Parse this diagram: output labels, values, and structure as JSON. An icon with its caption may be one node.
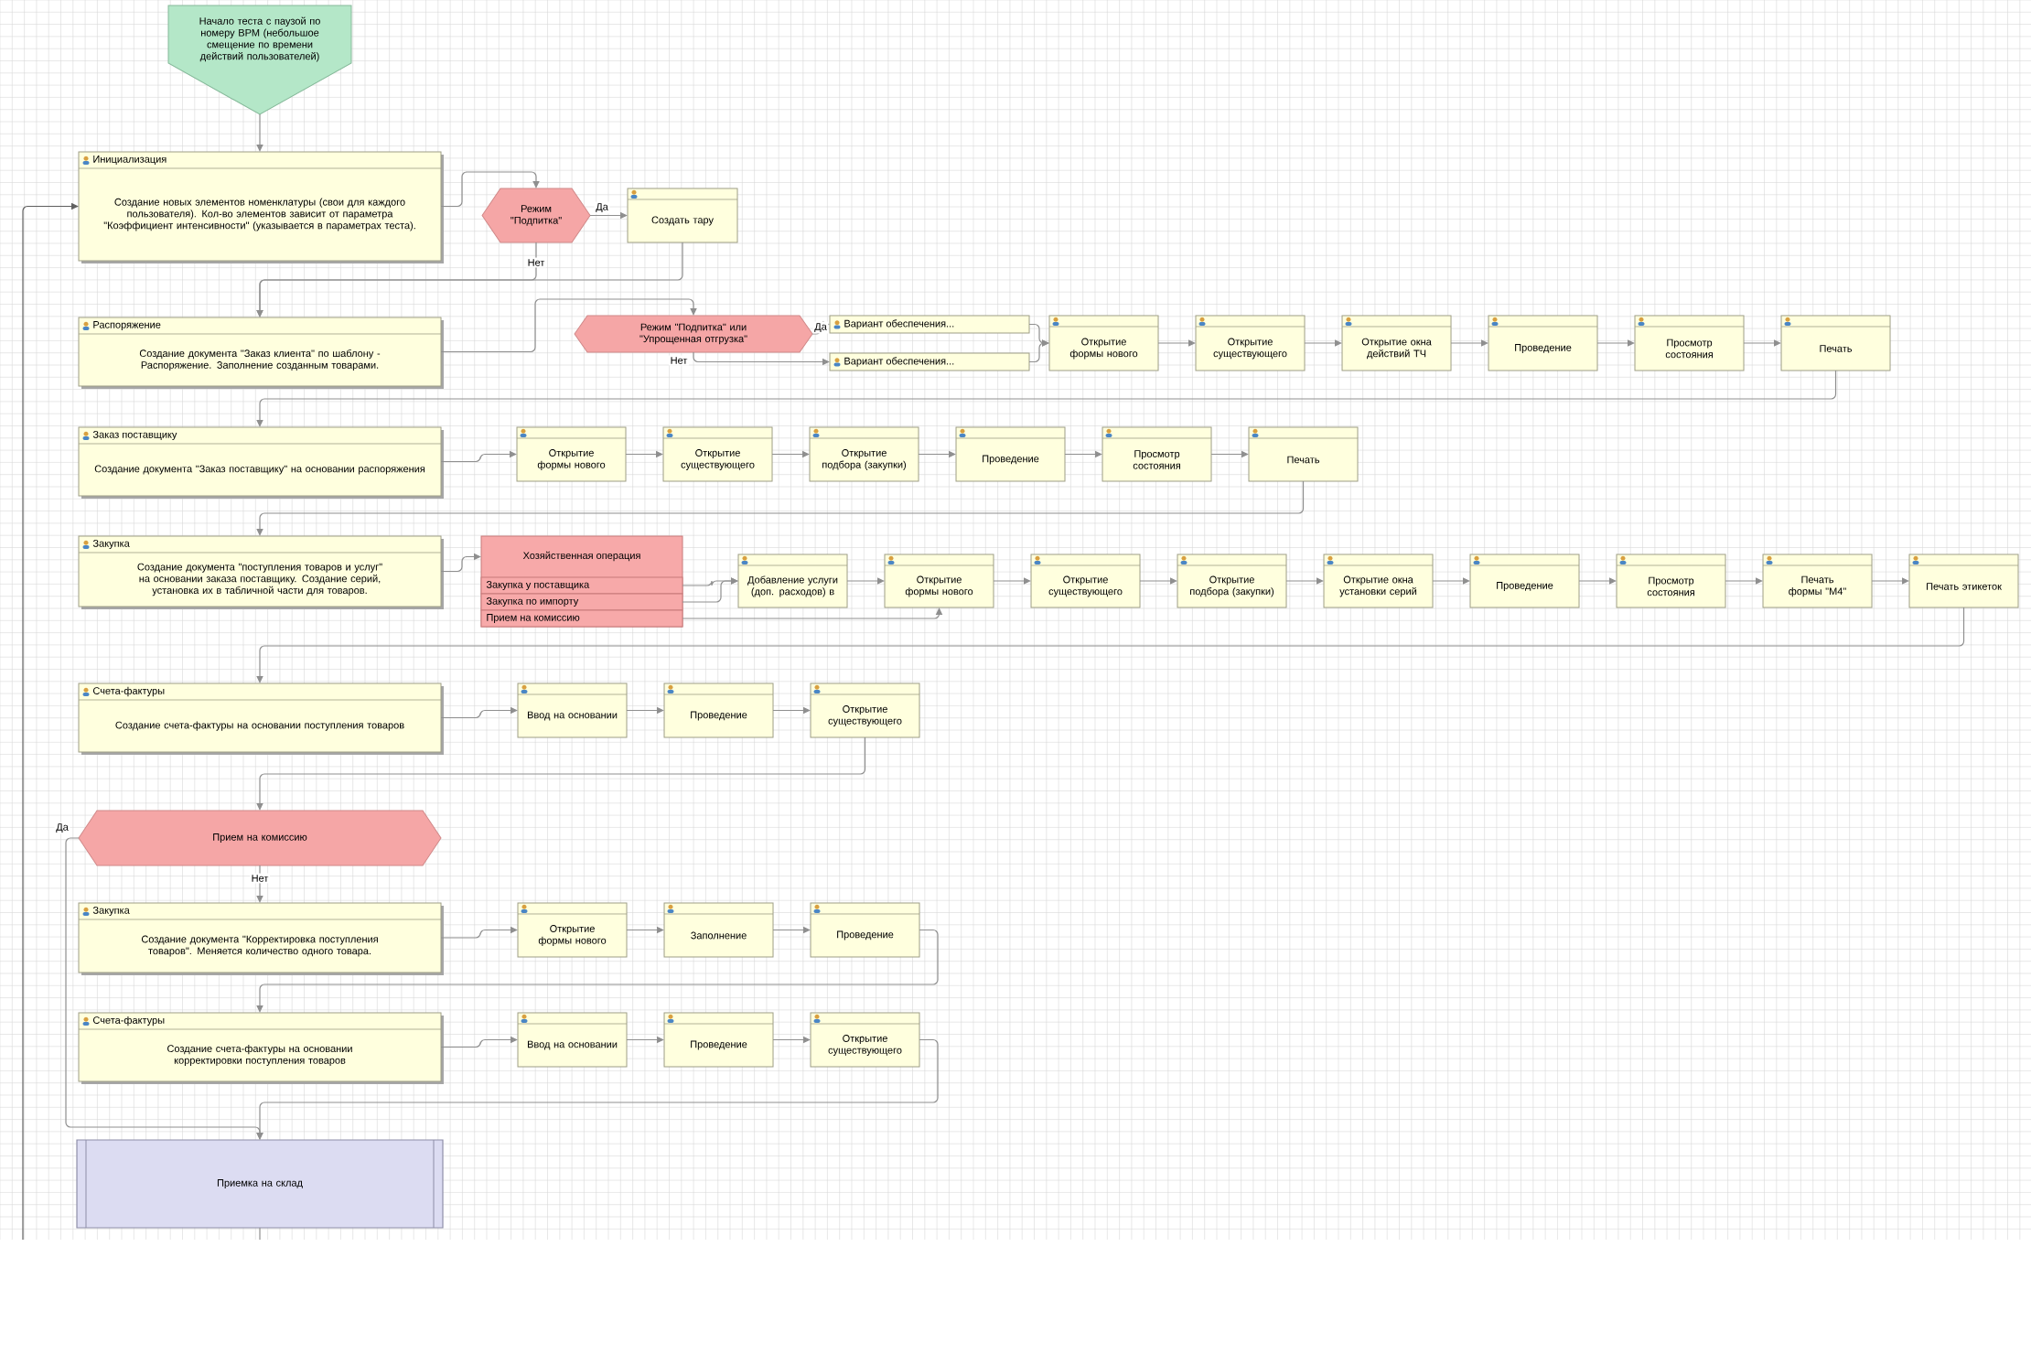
{
  "diagram": {
    "nodes": [
      {
        "text": [
          "Начало теста с паузой по номеру ВРМ (небольшое смещение по времени действий пользователей)"
        ]
      },
      {
        "text": [
          "Инициализация",
          "Создание новых элементов номенклатуры (свои для каждого пользователя). Кол-во элементов зависит от параметра \"Коэффициент интенсивности\" (указывается в параметрах теста)."
        ]
      },
      {
        "text": [
          "Режим \"Подпитка\""
        ]
      },
      {
        "text": [
          "Создать тару"
        ]
      },
      {
        "text": [
          "Распоряжение",
          "Создание документа \"Заказ клиента\" по шаблону - Распоряжение. Заполнение созданным товарами."
        ]
      },
      {
        "text": [
          "Режим \"Подпитка\" или \"Упрощенная отгрузка\""
        ]
      },
      {
        "text": [
          "Вариант обеспечения..."
        ]
      },
      {
        "text": [
          "Вариант обеспечения..."
        ]
      },
      {
        "text": [
          "Открытие формы нового"
        ]
      },
      {
        "text": [
          "Открытие существующего"
        ]
      },
      {
        "text": [
          "Открытие окна действий ТЧ"
        ]
      },
      {
        "text": [
          "Проведение"
        ]
      },
      {
        "text": [
          "Просмотр состояния"
        ]
      },
      {
        "text": [
          "Печать"
        ]
      },
      {
        "text": [
          "Заказ поставщику",
          "Создание документа \"Заказ поставщику\" на основании распоряжения"
        ]
      },
      {
        "text": [
          "Открытие формы нового"
        ]
      },
      {
        "text": [
          "Открытие существующего"
        ]
      },
      {
        "text": [
          "Открытие подбора (закупки)"
        ]
      },
      {
        "text": [
          "Проведение"
        ]
      },
      {
        "text": [
          "Просмотр состояния"
        ]
      },
      {
        "text": [
          "Печать"
        ]
      },
      {
        "text": [
          "Закупка",
          "Создание документа \"поступления товаров и услуг\" на основании заказа поставщику. Создание серий, установка их в табличной части для товаров."
        ]
      },
      {
        "text": [
          "Хозяйственная операция"
        ]
      },
      {
        "text": [
          "Закупка у поставщика"
        ],
        "in": 22
      },
      {
        "text": [
          "Закупка по импорту"
        ],
        "in": 22
      },
      {
        "text": [
          "Прием на комиссию"
        ],
        "in": 22
      },
      {
        "text": [
          "Добавление услуги (доп. расходов) в"
        ]
      },
      {
        "text": [
          "Открытие формы нового"
        ]
      },
      {
        "text": [
          "Открытие существующего"
        ]
      },
      {
        "text": [
          "Открытие подбора (закупки)"
        ]
      },
      {
        "text": [
          "Открытие окна установки серий"
        ]
      },
      {
        "text": [
          "Проведение"
        ]
      },
      {
        "text": [
          "Просмотр состояния"
        ]
      },
      {
        "text": [
          "Печать формы \"М4\""
        ]
      },
      {
        "text": [
          "Печать этикеток"
        ]
      },
      {
        "text": [
          "Счета-фактуры",
          "Создание счета-фактуры на основании поступления товаров"
        ]
      },
      {
        "text": [
          "Ввод на основании"
        ]
      },
      {
        "text": [
          "Проведение"
        ]
      },
      {
        "text": [
          "Открытие существующего"
        ]
      },
      {
        "text": [
          "Прием на комиссию"
        ]
      },
      {
        "text": [
          "Закупка",
          "Создание документа \"Корректировка поступления товаров\". Меняется количество одного товара."
        ]
      },
      {
        "text": [
          "Открытие формы нового"
        ]
      },
      {
        "text": [
          "Заполнение"
        ]
      },
      {
        "text": [
          "Проведение"
        ]
      },
      {
        "text": [
          "Счета-фактуры",
          "Создание счета-фактуры на основании корректировки поступления товаров"
        ]
      },
      {
        "text": [
          "Ввод на основании"
        ]
      },
      {
        "text": [
          "Проведение"
        ]
      },
      {
        "text": [
          "Открытие существующего"
        ]
      },
      {
        "text": [
          "Приемка на склад"
        ]
      }
    ],
    "edges": [
      {
        "from": 0,
        "to": 1,
        "arrow": "to"
      },
      {
        "from": 1,
        "to": 2,
        "arrow": "to"
      },
      {
        "from": 2,
        "to": 3,
        "arrow": "to",
        "label": "Да"
      },
      {
        "from": 2,
        "to": 4,
        "arrow": "to",
        "label": "Нет"
      },
      {
        "from": 3,
        "to": 4,
        "arrow": "to"
      },
      {
        "from": 4,
        "to": 5,
        "arrow": "to"
      },
      {
        "from": 5,
        "to": 6,
        "arrow": "to",
        "label": "Да"
      },
      {
        "from": 5,
        "to": 7,
        "arrow": "to",
        "label": "Нет"
      },
      {
        "from": 6,
        "to": 8,
        "arrow": "to"
      },
      {
        "from": 7,
        "to": 8,
        "arrow": "to"
      },
      {
        "from": 8,
        "to": 9,
        "arrow": "to"
      },
      {
        "from": 9,
        "to": 10,
        "arrow": "to"
      },
      {
        "from": 10,
        "to": 11,
        "arrow": "to"
      },
      {
        "from": 11,
        "to": 12,
        "arrow": "to"
      },
      {
        "from": 12,
        "to": 13,
        "arrow": "to"
      },
      {
        "from": 13,
        "to": 14,
        "arrow": "to"
      },
      {
        "from": 14,
        "to": 15,
        "arrow": "to"
      },
      {
        "from": 15,
        "to": 16,
        "arrow": "to"
      },
      {
        "from": 16,
        "to": 17,
        "arrow": "to"
      },
      {
        "from": 17,
        "to": 18,
        "arrow": "to"
      },
      {
        "from": 18,
        "to": 19,
        "arrow": "to"
      },
      {
        "from": 19,
        "to": 20,
        "arrow": "to"
      },
      {
        "from": 20,
        "to": 21,
        "arrow": "to"
      },
      {
        "from": 21,
        "to": 22,
        "arrow": "to"
      },
      {
        "from": 23,
        "to": 26,
        "arrow": "to"
      },
      {
        "from": 24,
        "to": 26,
        "arrow": "to"
      },
      {
        "from": 25,
        "to": 27,
        "arrow": "to"
      },
      {
        "from": 26,
        "to": 27,
        "arrow": "to"
      },
      {
        "from": 27,
        "to": 28,
        "arrow": "to"
      },
      {
        "from": 28,
        "to": 29,
        "arrow": "to"
      },
      {
        "from": 29,
        "to": 30,
        "arrow": "to"
      },
      {
        "from": 30,
        "to": 31,
        "arrow": "to"
      },
      {
        "from": 31,
        "to": 32,
        "arrow": "to"
      },
      {
        "from": 32,
        "to": 33,
        "arrow": "to"
      },
      {
        "from": 33,
        "to": 34,
        "arrow": "to"
      },
      {
        "from": 34,
        "to": 35,
        "arrow": "to"
      },
      {
        "from": 35,
        "to": 36,
        "arrow": "to"
      },
      {
        "from": 36,
        "to": 37,
        "arrow": "to"
      },
      {
        "from": 37,
        "to": 38,
        "arrow": "to"
      },
      {
        "from": 38,
        "to": 39,
        "arrow": "to"
      },
      {
        "from": 39,
        "to": 40,
        "arrow": "to",
        "label": "Нет"
      },
      {
        "from": 39,
        "to": 48,
        "arrow": "to",
        "label": "Да"
      },
      {
        "from": 40,
        "to": 41,
        "arrow": "to"
      },
      {
        "from": 41,
        "to": 42,
        "arrow": "to"
      },
      {
        "from": 42,
        "to": 43,
        "arrow": "to"
      },
      {
        "from": 43,
        "to": 44,
        "arrow": "to"
      },
      {
        "from": 44,
        "to": 45,
        "arrow": "to"
      },
      {
        "from": 45,
        "to": 46,
        "arrow": "to"
      },
      {
        "from": 46,
        "to": 47,
        "arrow": "to"
      },
      {
        "from": 47,
        "to": 48,
        "arrow": "to"
      },
      {
        "from": 48,
        "to": null,
        "arrow": "none"
      },
      {
        "from": null,
        "to": 1,
        "arrow": "to",
        "color": "#606060"
      }
    ]
  }
}
